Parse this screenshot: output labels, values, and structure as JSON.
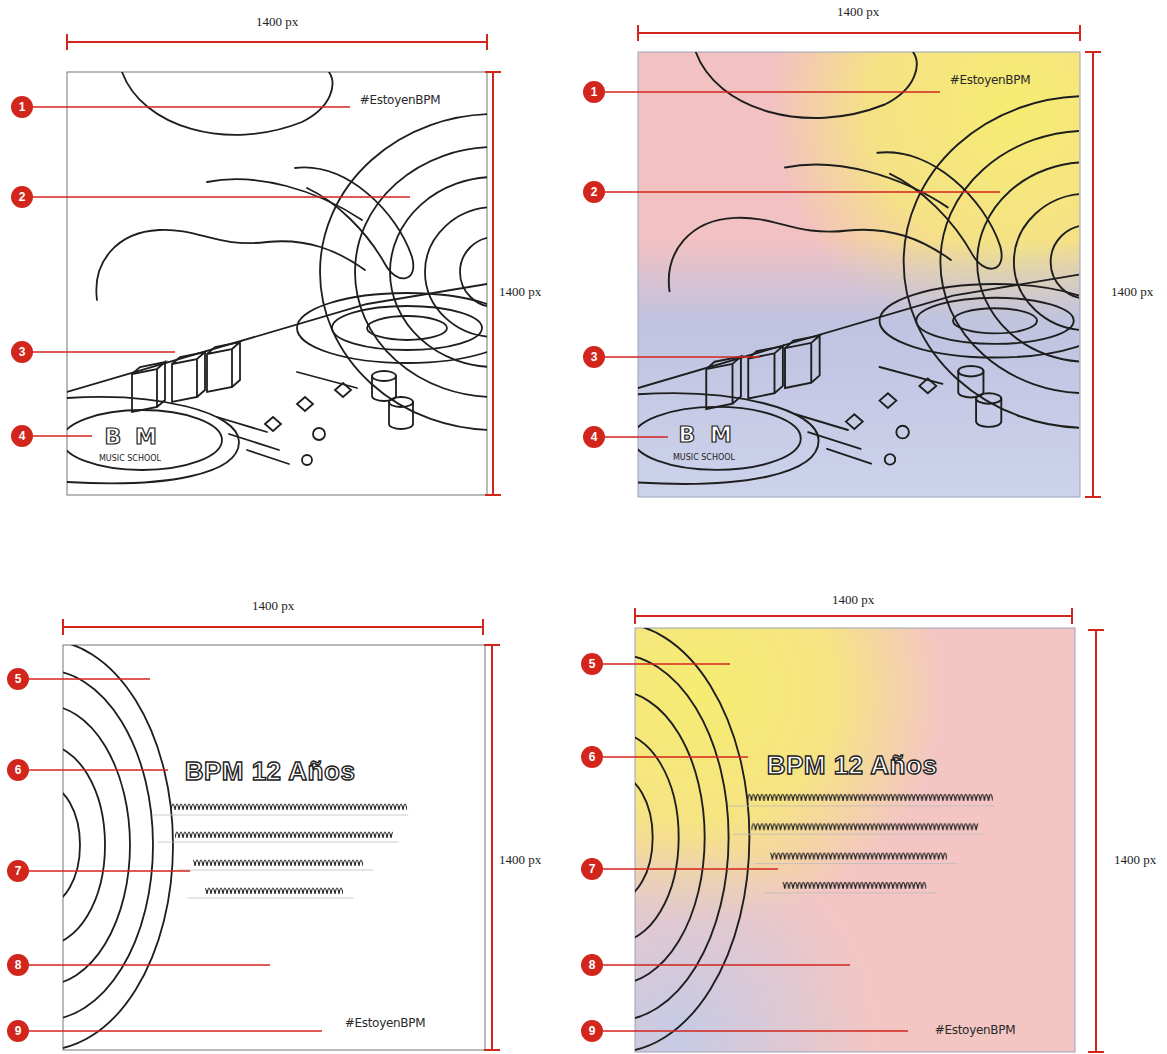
{
  "diagram": {
    "labels": [
      "1400 px",
      "1",
      "#EstoyenBPM",
      "2",
      "3",
      "4",
      "B",
      "M",
      "MUSIC SCHOOL",
      "1400 px",
      "1400 px",
      "1",
      "#EstoyenBPM",
      "2",
      "3",
      "4",
      "B",
      "M",
      "MUSIC SCHOOL",
      "1400 px",
      "1400 px",
      "5",
      "6",
      "BPM 12 Años",
      "7",
      "8",
      "9",
      "#EstoyenBPM",
      "1400 px",
      "1400 px",
      "5",
      "6",
      "BPM 12 Años",
      "7",
      "8",
      "9",
      "#EstoyenBPM",
      "1400 px"
    ]
  }
}
